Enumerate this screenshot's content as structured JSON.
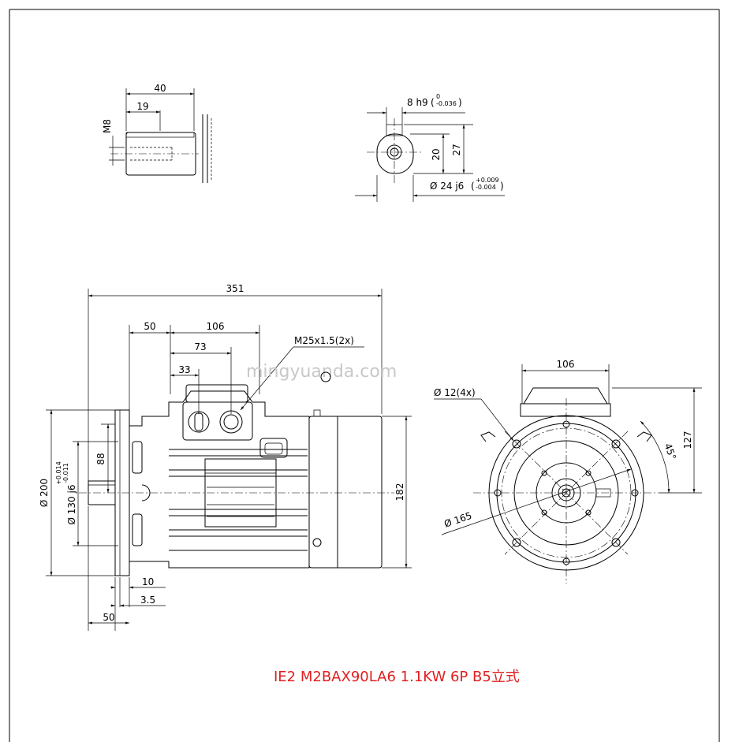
{
  "shaft_detail": {
    "length": "40",
    "key_length": "19",
    "thread": "M8"
  },
  "shaft_section": {
    "key_width": "8 h9",
    "key_width_tol_upper": "0",
    "key_width_tol_lower": "-0.036",
    "key_height": "20",
    "shaft_height": "27",
    "shaft_diameter": "Ø 24 j6",
    "shaft_tol_upper": "+0.009",
    "shaft_tol_lower": "-0.004"
  },
  "side_view": {
    "overall_length": "351",
    "flange_to_box": "50",
    "box_width": "106",
    "gland_73": "73",
    "gland_33": "33",
    "cable_entry": "M25x1.5(2x)",
    "dim_88": "88",
    "flange_diameter": "Ø 200",
    "spigot_diameter": "Ø 130 j6",
    "spigot_tol_upper": "+0.014",
    "spigot_tol_lower": "-0.011",
    "body_height": "182",
    "flange_thickness": "10",
    "spigot_depth": "3.5",
    "shaft_extension": "50"
  },
  "front_view": {
    "box_width": "106",
    "hole_spec": "Ø 12(4x)",
    "angle": "45°",
    "height_127": "127",
    "pcd": "Ø 165"
  },
  "watermark": "mingyuanda.com",
  "caption": "IE2 M2BAX90LA6 1.1KW 6P B5立式",
  "colors": {
    "caption": "#e02020",
    "line": "#000000",
    "watermark": "#c8c8c8"
  }
}
